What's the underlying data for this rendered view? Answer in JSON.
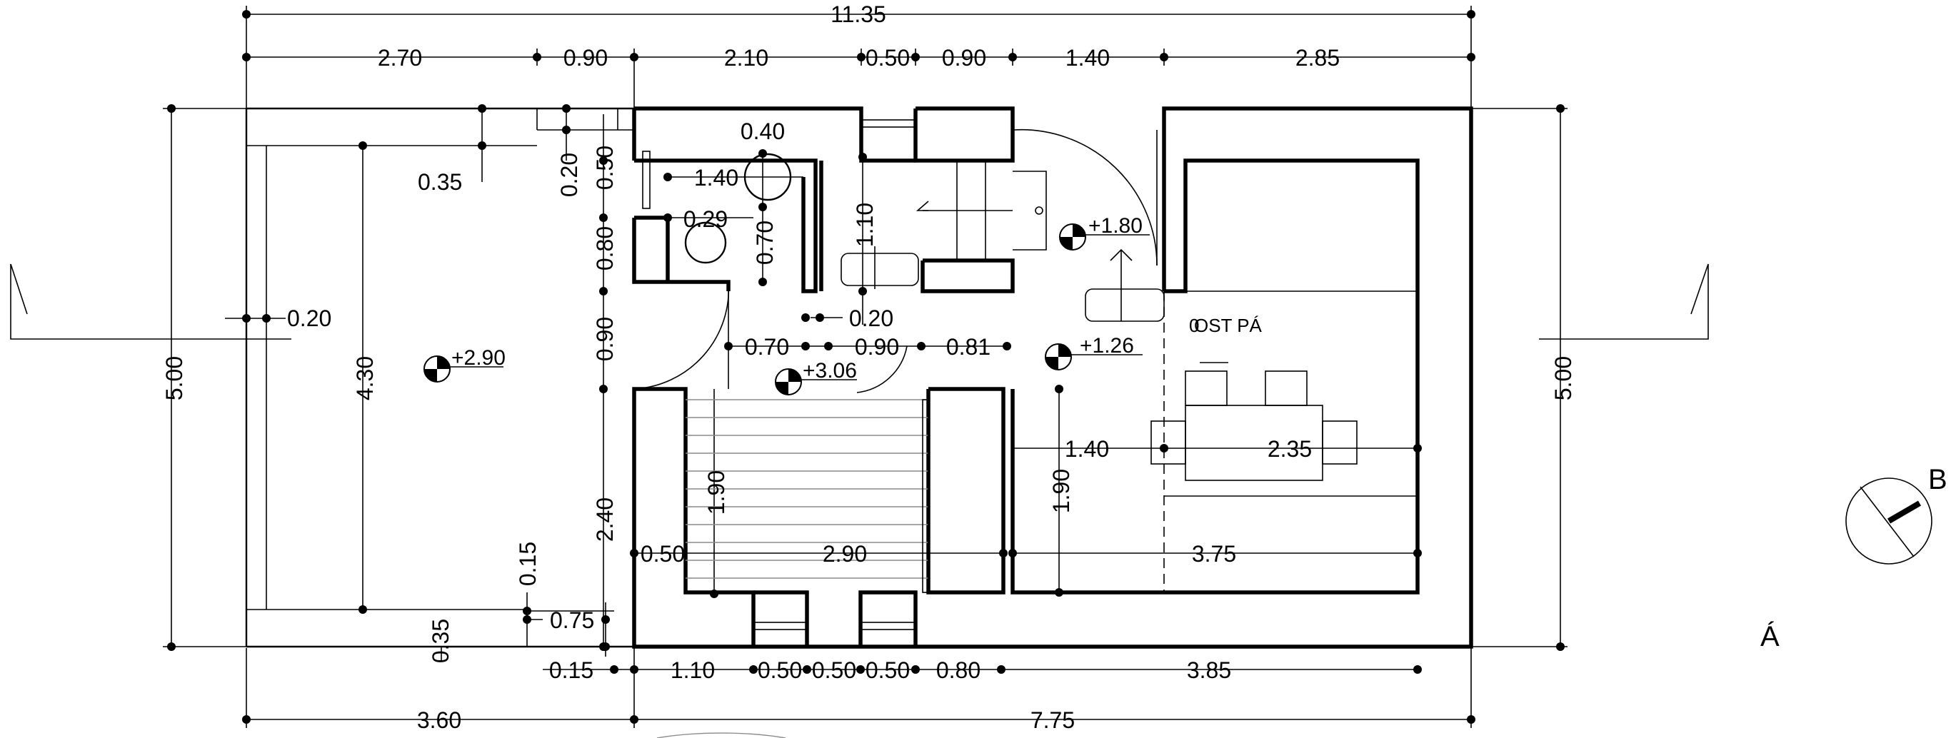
{
  "dimensions": {
    "top_overall": "11.35",
    "top_segments": [
      "2.70",
      "0.90",
      "2.10",
      "0.50",
      "0.90",
      "1.40",
      "2.85"
    ],
    "left_height": "5.00",
    "right_height": "5.00",
    "bottom_segments": [
      "0.15",
      "1.10",
      "0.50",
      "0.50",
      "0.50",
      "0.80",
      "3.85"
    ],
    "bottom_overall": [
      "3.60",
      "7.75"
    ],
    "terrace_width": "4.30",
    "wall_020": "0.20",
    "wall_035_top": "0.35",
    "wall_035_bottom": "0.35",
    "wall_015_v": "0.15",
    "step_075": "0.75",
    "vertical_chain": [
      "0.20",
      "0.50",
      "0.80",
      "0.90",
      "2.40"
    ],
    "wc": [
      "0.40",
      "1.40",
      "0.29",
      "0.70",
      "1.10",
      "0.20"
    ],
    "hall": [
      "0.70",
      "0.90",
      "0.81"
    ],
    "room_left": [
      "1.90",
      "0.50",
      "2.90"
    ],
    "room_right": [
      "1.90",
      "1.40",
      "2.35",
      "3.75"
    ]
  },
  "levels": [
    "+2.90",
    "+3.06",
    "+1.80",
    "+1.26"
  ],
  "room_label": "OST PÁ",
  "room_label_overlay": "0",
  "section_marker": "B",
  "north_letter": "Á"
}
